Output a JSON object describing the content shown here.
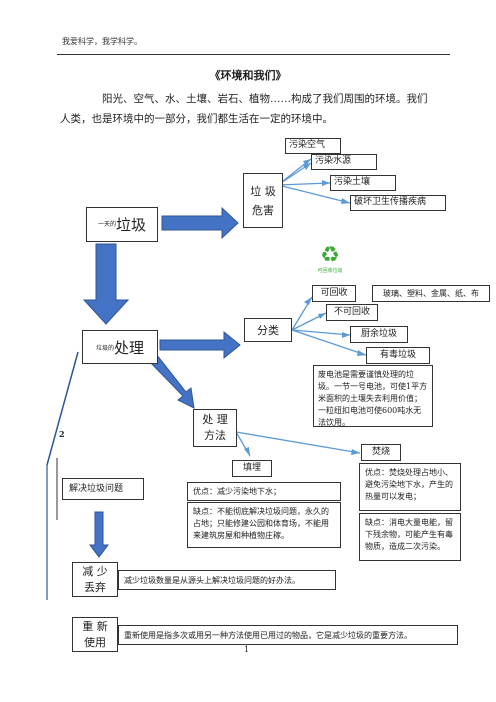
{
  "header": {
    "slogan": "我爱科学，我学科学。"
  },
  "document": {
    "title": "《环境和我们》",
    "intro_line1": "阳光、空气、水、土壤、岩石、植物……构成了我们周围的环境。我们",
    "intro_line2": "人类，也是环境中的一部分，我们都生活在一定的环境中。"
  },
  "diagram": {
    "garbage": {
      "prefix": "一天的",
      "word": "垃圾"
    },
    "harm": {
      "label": "垃 圾\n危害",
      "items": [
        "污染空气",
        "污染水源",
        "污染土壤",
        "破坏卫生传播疾病"
      ]
    },
    "processing": {
      "prefix": "垃圾的",
      "word": "处理"
    },
    "classify": {
      "label": "分类",
      "recycle_logo_text": "可回收垃圾",
      "recyclable": "可回收",
      "recyclable_examples": "玻璃、塑料、金属、纸、布",
      "non_recyclable": "不可回收",
      "kitchen": "厨余垃圾",
      "hazardous": "有毒垃圾",
      "battery_note": "废电池是需要谨慎处理的垃圾。一节一号电池，可使1平方米面积的土壤失去利用价值；一粒纽扣电池可使600吨水无法饮用。"
    },
    "methods": {
      "label": "处 理\n方法",
      "landfill": {
        "name": "填埋",
        "pro": "优点：减少污染地下水；",
        "con": "缺点：不能彻底解决垃圾问题，永久的占地；只能修建公园和体育场，不能用来建筑房屋和种植物庄稼。"
      },
      "incinerate": {
        "name": "焚烧",
        "pro": "优点：焚烧处理占地小、避免污染地下水，产生的热量可以发电；",
        "con": "缺点：消电大量电能，留下残余物，可能产生有毒物质，造成二次污染。"
      }
    },
    "side_mark": "2",
    "solve": "解决垃圾问题",
    "reduce": {
      "label": "减 少\n丢弃",
      "desc": "减少垃圾数量是从源头上解决垃圾问题的好办法。"
    },
    "reuse": {
      "label": "重 新\n使用",
      "desc": "重新使用是指多次或用另一种方法使用已用过的物品，它是减少垃圾的重要方法。"
    }
  },
  "footer": {
    "page_number": "1"
  },
  "colors": {
    "arrow_blue": "#4472C4",
    "arrow_dark": "#2F5597",
    "recycle_green": "#3AAA35",
    "line_blue": "#5B9BD5"
  }
}
